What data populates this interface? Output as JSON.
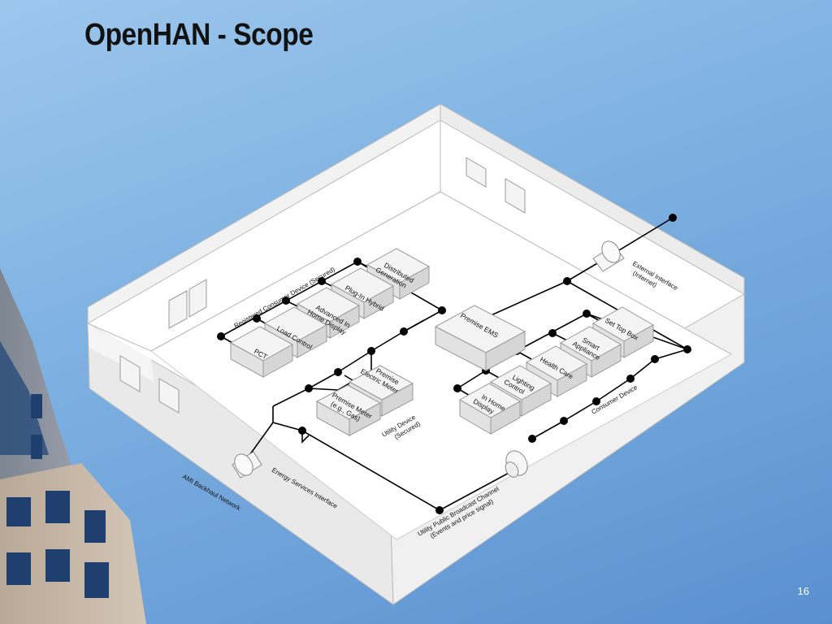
{
  "slide": {
    "title": "OpenHAN - Scope",
    "page_number": "16"
  },
  "diagram": {
    "boxes": {
      "distributed_generation": [
        "Distributed",
        "Generation"
      ],
      "plug_in_hybrid": [
        "Plug-In Hybrid"
      ],
      "advanced_display": [
        "Advanced In",
        "Home Display"
      ],
      "load_control": [
        "Load Control"
      ],
      "pct": [
        "PCT"
      ],
      "premise_electric_meter": [
        "Premise",
        "Electric Meter"
      ],
      "premise_meter_gas": [
        "Premise Meter",
        "(e.g., Gas)"
      ],
      "premise_ems": [
        "Premise EMS"
      ],
      "set_top_box": [
        "Set Top Box"
      ],
      "smart_appliance": [
        "Smart",
        "Appliance"
      ],
      "health_care": [
        "Health Care"
      ],
      "lighting_control": [
        "Lighting",
        "Control"
      ],
      "in_home_display": [
        "In Home",
        "Display"
      ]
    },
    "labels": {
      "registered_device": "Registered Consumer Device (Secured)",
      "external_interface": [
        "External Interface",
        "(Internet)"
      ],
      "consumer_device": "Consumer Device",
      "utility_device": [
        "Utility Device",
        "(Secured)"
      ],
      "energy_services_interface": "Energy Services Interface",
      "ami_backhaul": "AMI Backhaul Network",
      "broadcast_channel": [
        "Utility Public Broadcast Channel",
        "(Events and price signal)"
      ]
    }
  }
}
